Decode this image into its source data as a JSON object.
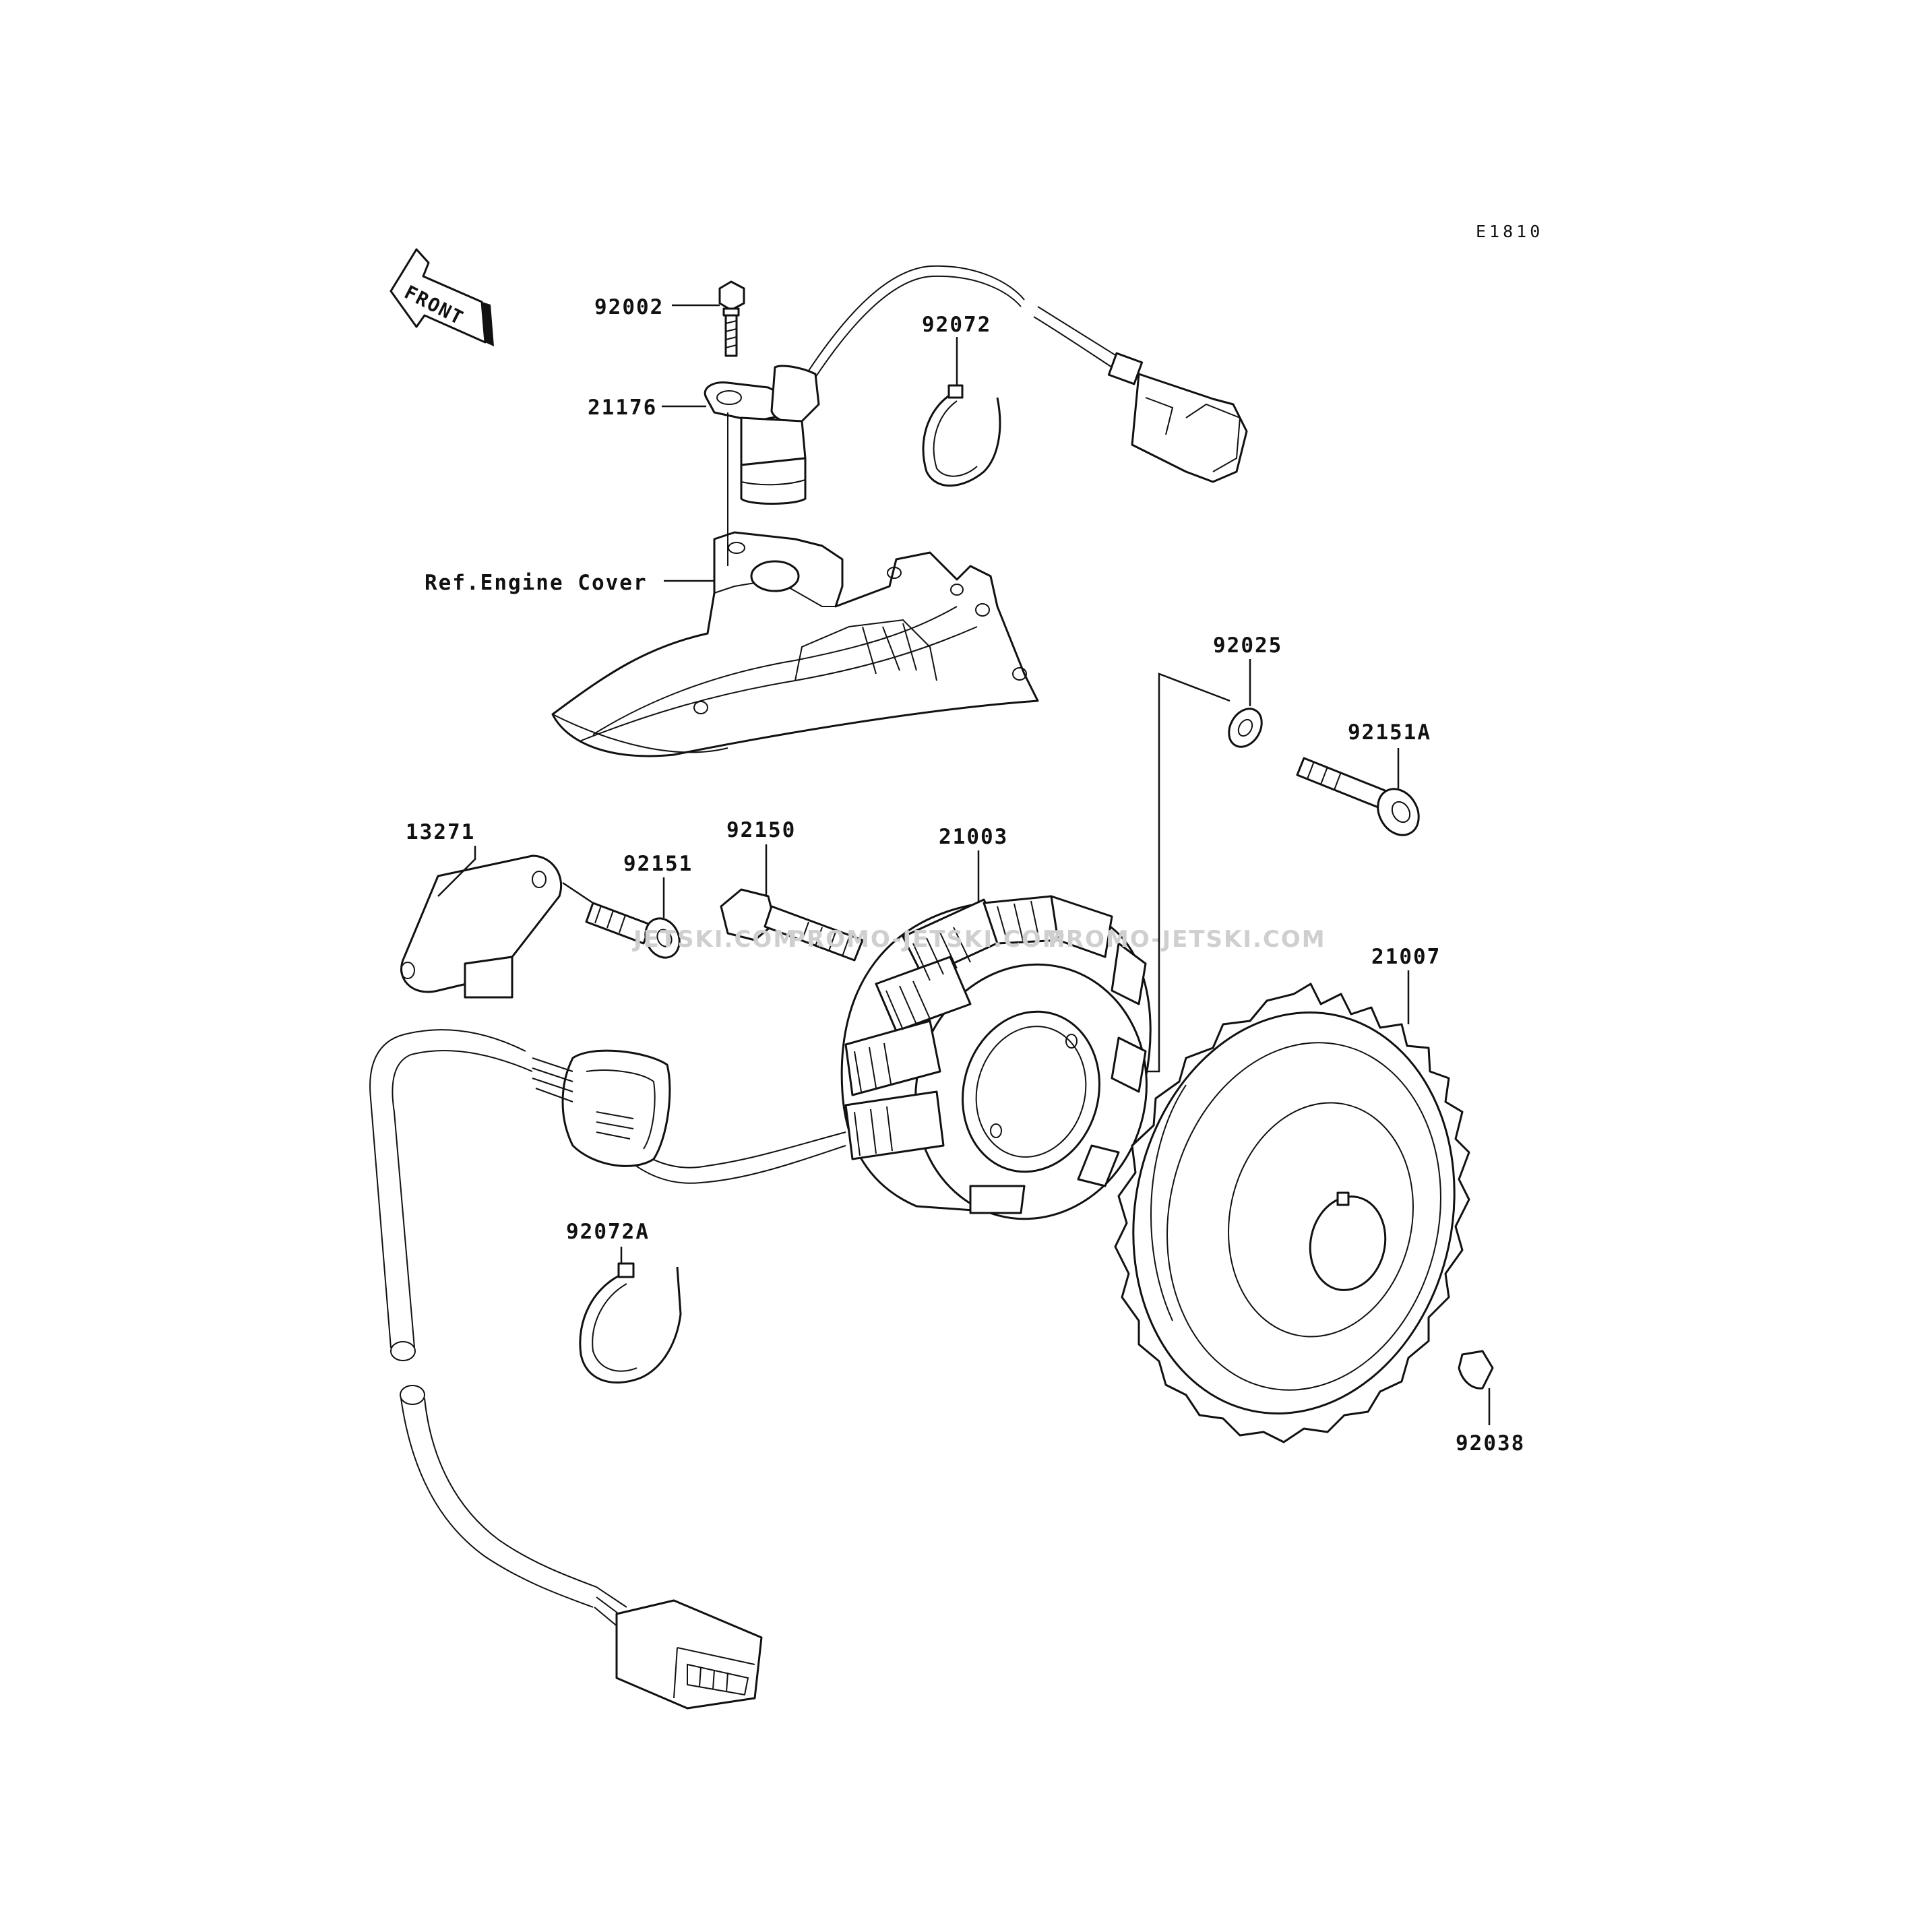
{
  "diagram": {
    "code": "E1810",
    "front_label": "FRONT",
    "reference_label": "Ref.Engine Cover",
    "watermark": [
      "JETSKI.COM",
      "PROMO-JETSKI.COM",
      "PROMO-JETSKI.COM"
    ],
    "parts": [
      {
        "number": "92002"
      },
      {
        "number": "92072"
      },
      {
        "number": "21176"
      },
      {
        "number": "92025"
      },
      {
        "number": "92151A"
      },
      {
        "number": "13271"
      },
      {
        "number": "92150"
      },
      {
        "number": "21003"
      },
      {
        "number": "92151"
      },
      {
        "number": "21007"
      },
      {
        "number": "92072A"
      },
      {
        "number": "92038"
      }
    ]
  }
}
